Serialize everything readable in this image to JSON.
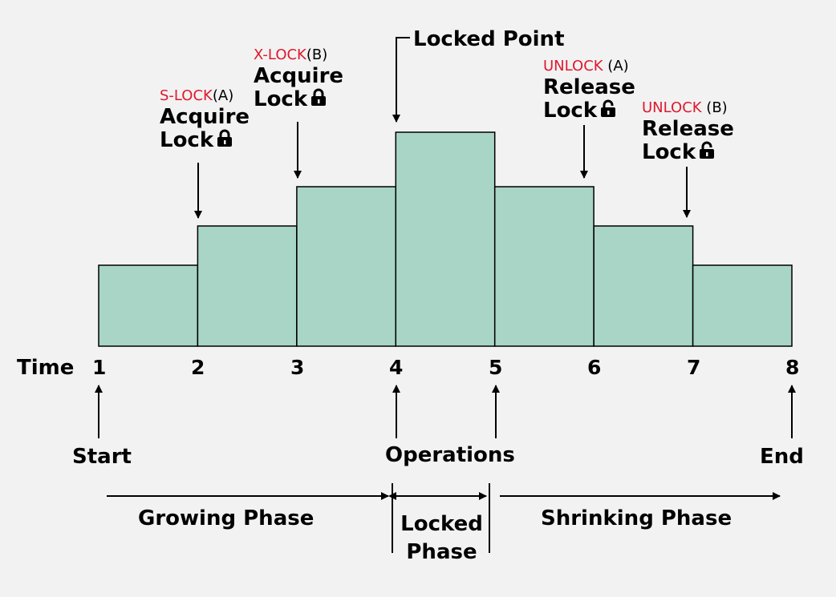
{
  "time_label": "Time",
  "time_ticks": [
    "1",
    "2",
    "3",
    "4",
    "5",
    "6",
    "7",
    "8"
  ],
  "lock_levels": [
    1,
    2,
    3,
    4,
    3,
    2,
    1
  ],
  "colors": {
    "bar_fill": "#a8d5c5",
    "lock_tag": "#e0182d",
    "background": "#f2f2f2"
  },
  "annotations": {
    "s_lock": {
      "tag": "S-LOCK",
      "resource": "(A)",
      "line1": "Acquire",
      "line2": "Lock",
      "icon": "lock-closed-icon"
    },
    "x_lock": {
      "tag": "X-LOCK",
      "resource": "(B)",
      "line1": "Acquire",
      "line2": "Lock",
      "icon": "lock-closed-icon"
    },
    "locked_point": "Locked Point",
    "unlock_a": {
      "tag": "UNLOCK",
      "resource": " (A)",
      "line1": "Release",
      "line2": "Lock",
      "icon": "lock-open-icon"
    },
    "unlock_b": {
      "tag": "UNLOCK",
      "resource": " (B)",
      "line1": "Release",
      "line2": "Lock",
      "icon": "lock-open-icon"
    }
  },
  "markers": {
    "start": "Start",
    "operations": "Operations",
    "end": "End"
  },
  "phases": {
    "growing": "Growing Phase",
    "locked_line1": "Locked",
    "locked_line2": "Phase",
    "shrinking": "Shrinking Phase"
  }
}
